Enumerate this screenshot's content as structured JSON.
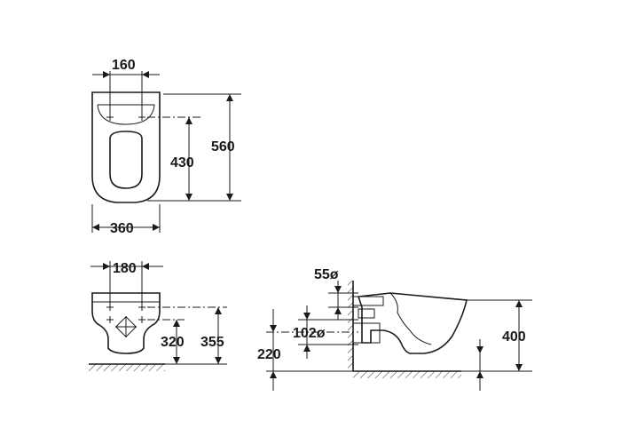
{
  "dimensions": {
    "top_view": {
      "fixing_centers": "160",
      "width": "360",
      "fixing_to_front": "430",
      "length": "560"
    },
    "front_view": {
      "fixing_centers": "180",
      "lower_fixing_height": "320",
      "upper_fixing_height": "355"
    },
    "side_view": {
      "supply_pipe": "55ø",
      "waste_pipe": "102ø",
      "waste_outlet_height": "220",
      "rim_height": "400"
    }
  }
}
